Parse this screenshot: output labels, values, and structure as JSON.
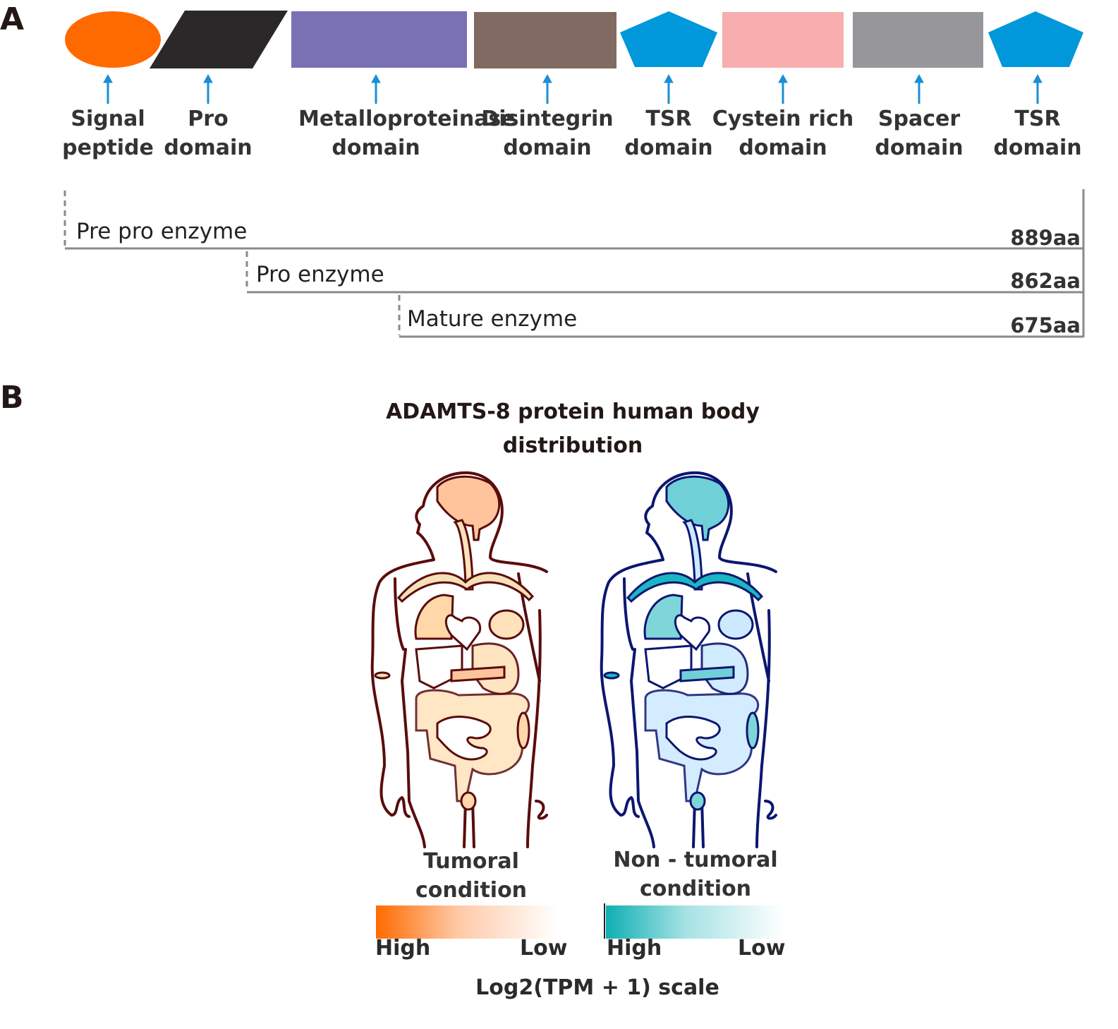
{
  "panel_a": {
    "letter": "A",
    "domains": [
      {
        "line1": "Signal",
        "line2": "peptide",
        "shape": "ellipse",
        "color": "#FF6A00"
      },
      {
        "line1": "Pro",
        "line2": "domain",
        "shape": "parallelogram",
        "color": "#2A2829"
      },
      {
        "line1": "Metalloproteinase",
        "line2": "domain",
        "shape": "rectangle",
        "color": "#7872B4"
      },
      {
        "line1": "Disintegrin",
        "line2": "domain",
        "shape": "rectangle",
        "color": "#806A62"
      },
      {
        "line1": "TSR",
        "line2": "domain",
        "shape": "pentagon",
        "color": "#0098DA"
      },
      {
        "line1": "Cystein rich",
        "line2": "domain",
        "shape": "rectangle",
        "color": "#F8AEAE"
      },
      {
        "line1": "Spacer",
        "line2": "domain",
        "shape": "rectangle",
        "color": "#97979B"
      },
      {
        "line1": "TSR",
        "line2": "domain",
        "shape": "pentagon",
        "color": "#0098DA"
      }
    ],
    "arrow_color": "#1A8FD6",
    "enzymes": [
      {
        "name": "Pre pro enzyme",
        "length": "889aa"
      },
      {
        "name": "Pro enzyme",
        "length": "862aa"
      },
      {
        "name": "Mature enzyme",
        "length": "675aa"
      }
    ]
  },
  "panel_b": {
    "letter": "B",
    "title_line1": "ADAMTS-8 protein human body",
    "title_line2": "distribution",
    "conditions": [
      {
        "line1": "Tumoral",
        "line2": "condition",
        "high": "High",
        "low": "Low",
        "color_high": "#FF6A00"
      },
      {
        "line1": "Non - tumoral",
        "line2": "condition",
        "high": "High",
        "low": "Low",
        "color_high": "#0FAFB4"
      }
    ],
    "scale_label": "Log2(TPM + 1) scale"
  }
}
